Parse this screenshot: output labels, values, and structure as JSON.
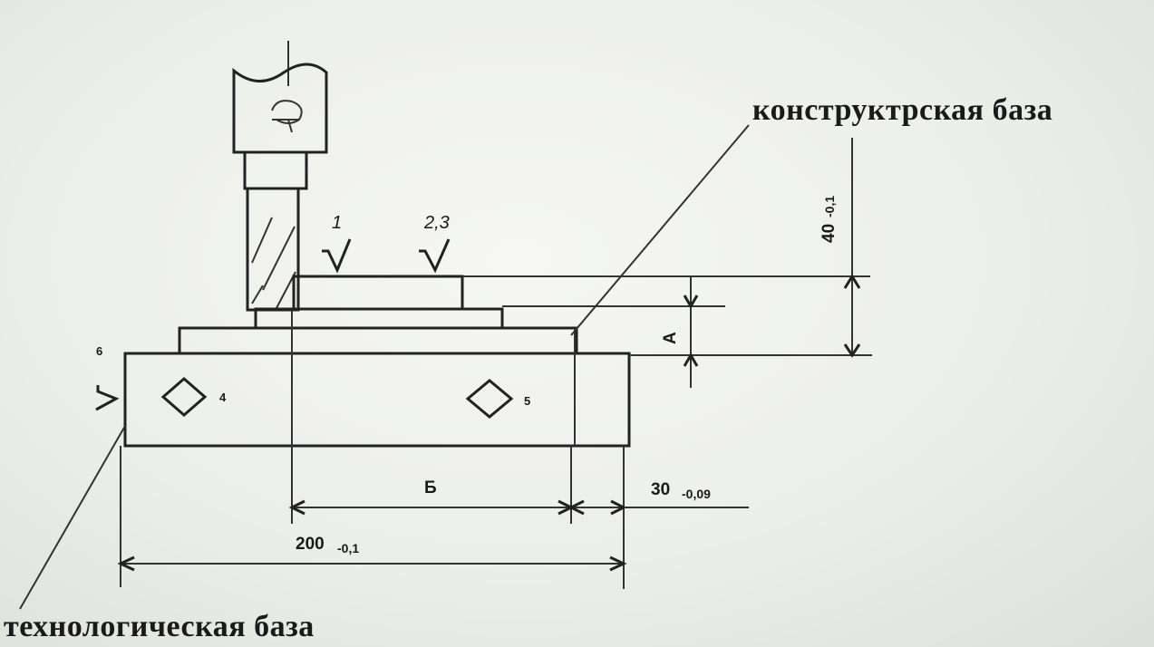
{
  "labels": {
    "design_base": "конструктрская база",
    "technological_base": "технологическая база"
  },
  "points": {
    "p1": "1",
    "p23": "2,3",
    "p4": "4",
    "p5": "5",
    "p6": "6"
  },
  "dimensions": {
    "height_main": "40",
    "height_main_tol": "-0,1",
    "dim_a": "А",
    "dim_b": "Б",
    "dim_30": "30",
    "dim_30_tol": "-0,09",
    "dim_200": "200",
    "dim_200_tol": "-0,1"
  },
  "colors": {
    "ink": "#1a1a1a",
    "background": "#eceee9"
  }
}
